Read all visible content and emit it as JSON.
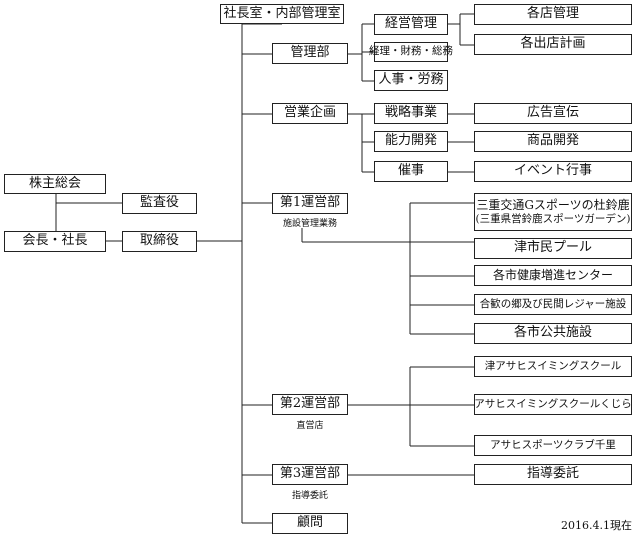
{
  "top": {
    "shareholders": "株主総会",
    "auditor": "監査役",
    "chairman": "会長・社長",
    "directors": "取締役"
  },
  "hq": {
    "office": "社長室・内部管理室",
    "management": "管理部",
    "mgmt_children": {
      "business_management": "経営管理",
      "accounting": "経理・財務・総務",
      "hr": "人事・労務"
    },
    "store_management": "各店管理",
    "store_planning": "各出店計画",
    "sales_planning": "営業企画",
    "sales_children": {
      "strategy": "戦略事業",
      "capability": "能力開発",
      "events": "催事"
    },
    "advertising": "広告宣伝",
    "product_dev": "商品開発",
    "event_execution": "イベント行事",
    "advisor": "顧問"
  },
  "operations": {
    "dept1": {
      "name": "第1運営部",
      "sub": "施設管理業務",
      "facilities": [
        {
          "line1": "三重交通Gスポーツの杜鈴鹿",
          "line2": "(三重県営鈴鹿スポーツガーデン)"
        },
        {
          "line1": "津市民プール"
        },
        {
          "line1": "各市健康増進センター"
        },
        {
          "line1": "合歓の郷及び民間レジャー施設"
        },
        {
          "line1": "各市公共施設"
        }
      ]
    },
    "dept2": {
      "name": "第2運営部",
      "sub": "直営店",
      "stores": [
        "津アサヒスイミングスクール",
        "アサヒスイミングスクールくじら",
        "アサヒスポーツクラブ千里"
      ]
    },
    "dept3": {
      "name": "第3運営部",
      "sub": "指導委託",
      "item": "指導委託"
    }
  },
  "as_of": "2016.4.1現在"
}
